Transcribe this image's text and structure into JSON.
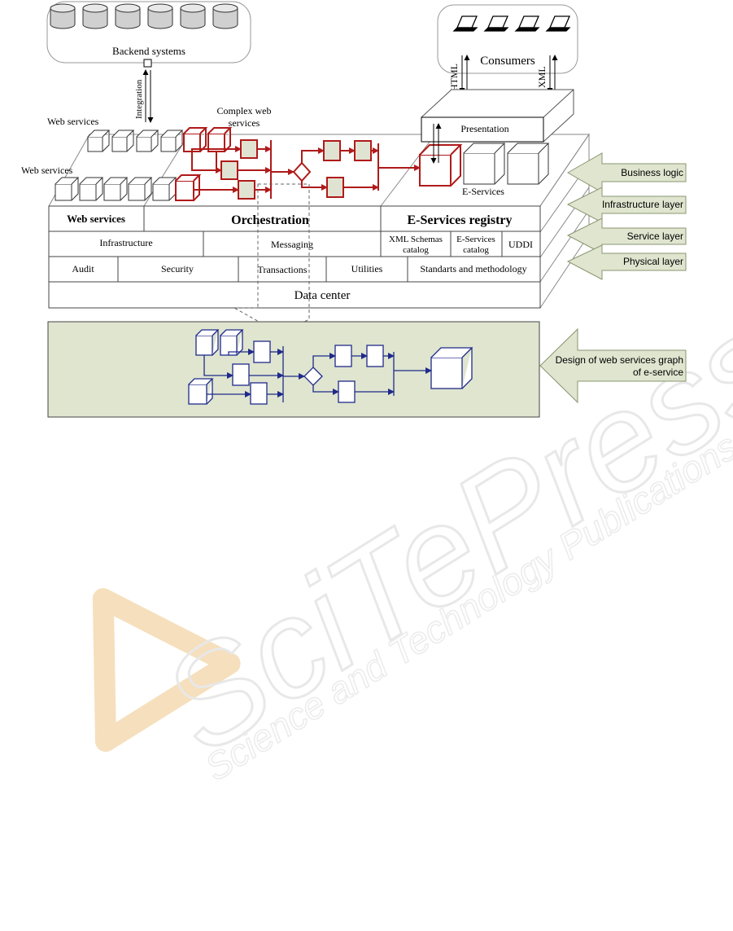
{
  "backend": {
    "label": "Backend systems",
    "integration_label": "Integration"
  },
  "consumers": {
    "label": "Consumers",
    "html_label": "HTML",
    "xml_label": "XML"
  },
  "top": {
    "web_services_label_1": "Web services",
    "web_services_label_2": "Web services",
    "complex_label_line1": "Complex web",
    "complex_label_line2": "services",
    "presentation_label": "Presentation",
    "eservices_label": "E-Services"
  },
  "layers": {
    "row1": {
      "web_services": "Web services",
      "orchestration": "Orchestration",
      "registry": "E-Services registry"
    },
    "row2": {
      "infrastructure": "Infrastructure",
      "messaging": "Messaging",
      "xml_schemas_line1": "XML Schemas",
      "xml_schemas_line2": "catalog",
      "eservices_catalog_line1": "E-Services",
      "eservices_catalog_line2": "catalog",
      "uddi": "UDDI"
    },
    "row3": {
      "audit": "Audit",
      "security": "Security",
      "transactions": "Transactions",
      "utilities": "Utilities",
      "standards": "Standarts and methodology"
    },
    "row4": {
      "data_center": "Data center"
    }
  },
  "side_arrows": {
    "business_logic": "Business logic",
    "infrastructure_layer": "Infrastructure layer",
    "service_layer": "Service layer",
    "physical_layer": "Physical layer",
    "design_line1": "Design of web services graph",
    "design_line2": "of e-service"
  },
  "watermark": {
    "line1": "SciTePress",
    "line2": "Science and Technology Publications"
  },
  "colors": {
    "highlight_red": "#b01a1a",
    "graph_blue": "#1f2a8a",
    "panel_green": "#dfe5cf",
    "arrow_fill": "#dfe5cf",
    "arrow_stroke": "#8a9670",
    "task_fill": "#e1e3d2"
  }
}
